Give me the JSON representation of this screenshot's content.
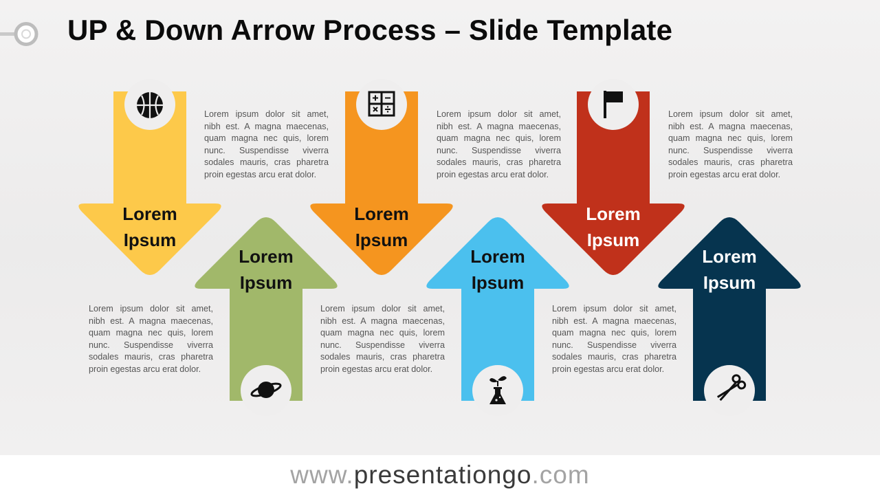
{
  "slide": {
    "title": "UP & Down Arrow Process – Slide Template"
  },
  "arrows": [
    {
      "direction": "down",
      "color": "#FDC94A",
      "text_color": "#111111",
      "icon": "basketball-icon",
      "label_line1": "Lorem",
      "label_line2": "Ipsum"
    },
    {
      "direction": "up",
      "color": "#A1B86A",
      "text_color": "#111111",
      "icon": "planet-icon",
      "label_line1": "Lorem",
      "label_line2": "Ipsum"
    },
    {
      "direction": "down",
      "color": "#F5951F",
      "text_color": "#111111",
      "icon": "calculator-icon",
      "label_line1": "Lorem",
      "label_line2": "Ipsum"
    },
    {
      "direction": "up",
      "color": "#4BC0EE",
      "text_color": "#111111",
      "icon": "plant-flask-icon",
      "label_line1": "Lorem",
      "label_line2": "Ipsum"
    },
    {
      "direction": "down",
      "color": "#C0311B",
      "text_color": "#FFFFFF",
      "icon": "flag-icon",
      "label_line1": "Lorem",
      "label_line2": "Ipsum"
    },
    {
      "direction": "up",
      "color": "#06344F",
      "text_color": "#FFFFFF",
      "icon": "scissors-icon",
      "label_line1": "Lorem",
      "label_line2": "Ipsum"
    }
  ],
  "text_blocks": [
    {
      "text": "Lorem ipsum dolor sit amet, nibh est. A magna maecenas, quam magna nec quis, lorem nunc. Suspendisse viverra sodales mauris, cras pharetra proin egestas arcu erat dolor."
    },
    {
      "text": "Lorem ipsum dolor sit amet, nibh est. A magna maecenas, quam magna nec quis, lorem nunc. Suspendisse viverra sodales mauris, cras pharetra proin egestas arcu erat dolor."
    },
    {
      "text": "Lorem ipsum dolor sit amet, nibh est. A magna maecenas, quam magna nec quis, lorem nunc. Suspendisse viverra sodales mauris, cras pharetra proin egestas arcu erat dolor."
    },
    {
      "text": "Lorem ipsum dolor sit amet, nibh est. A magna maecenas, quam magna nec quis, lorem nunc. Suspendisse viverra sodales mauris, cras pharetra proin egestas arcu erat dolor."
    },
    {
      "text": "Lorem ipsum dolor sit amet, nibh est. A magna maecenas, quam magna nec quis, lorem nunc. Suspendisse viverra sodales mauris, cras pharetra proin egestas arcu erat dolor."
    },
    {
      "text": "Lorem ipsum dolor sit amet, nibh est. A magna maecenas, quam magna nec quis, lorem nunc. Suspendisse viverra sodales mauris, cras pharetra proin egestas arcu erat dolor."
    }
  ],
  "footer": {
    "prefix": "www.",
    "domain": "presentationgo",
    "suffix": ".com"
  }
}
